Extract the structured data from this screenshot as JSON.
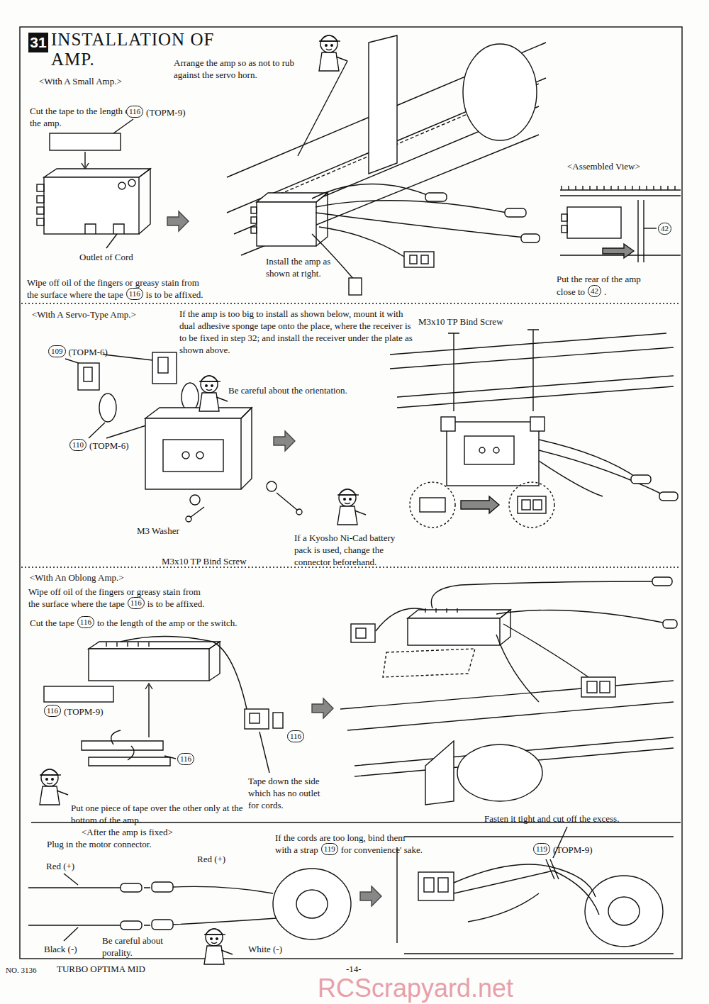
{
  "diagram": {
    "title": "INSTALLATION OF AMP.",
    "nodes": [
      {
        "text": [
          "31"
        ]
      },
      {
        "text": [
          "116"
        ]
      },
      {
        "text": [
          "116"
        ]
      },
      {
        "text": [
          "42"
        ]
      },
      {
        "text": [
          "42"
        ]
      },
      {
        "text": [
          "109"
        ]
      },
      {
        "text": [
          "110"
        ]
      },
      {
        "text": [
          "116"
        ]
      },
      {
        "text": [
          "116"
        ]
      },
      {
        "text": [
          "116"
        ]
      },
      {
        "text": [
          "116"
        ]
      },
      {
        "text": [
          "116"
        ]
      },
      {
        "text": [
          "119"
        ]
      },
      {
        "text": [
          "119"
        ]
      }
    ],
    "labels": [
      "<With A Small Amp.>",
      "Arrange the amp so as not to rub against the servo horn.",
      "Cut the tape to the length of the amp.",
      "(TOPM-9)",
      "Outlet of Cord",
      "Wipe off oil of the fingers or greasy stain from",
      "the surface where the tape",
      "is to be affixed.",
      "Install the amp as shown at right.",
      "<Assembled View>",
      "Put the rear of the amp",
      "close to",
      ".",
      "<With A Servo-Type Amp.>",
      "If the amp is too big to install as shown below, mount it with dual adhesive sponge tape onto the place, where the receiver is to be fixed in step 32; and install the receiver under the plate as shown above.",
      "M3x10 TP Bind Screw",
      "(TOPM-6)",
      "Be careful about the orientation.",
      "(TOPM-6)",
      "M3 Washer",
      "M3x10 TP Bind Screw",
      "If a Kyosho Ni-Cad battery pack is used, change the connector beforehand.",
      "<With An Oblong Amp.>",
      "Wipe off oil of the fingers or greasy stain from",
      "the surface where the tape",
      "is to be affixed.",
      "Cut the tape",
      "to the length of the amp or the switch.",
      "(TOPM-9)",
      "Tape down the side which has no outlet for cords.",
      "Put one piece of tape over the other only at the bottom of the amp.",
      "<After the amp is fixed>",
      "Plug in the motor connector.",
      "If the cords are too long, bind them",
      "with a strap",
      "for convenience' sake.",
      "Fasten it tight and cut off the excess.",
      "(TOPM-9)",
      "Red (+)",
      "Red (+)",
      "Black (-)",
      "Be careful about porality.",
      "White (-)",
      "NO. 3136",
      "TURBO OPTIMA MID",
      "-14-",
      "RCScrapyard.net"
    ]
  }
}
